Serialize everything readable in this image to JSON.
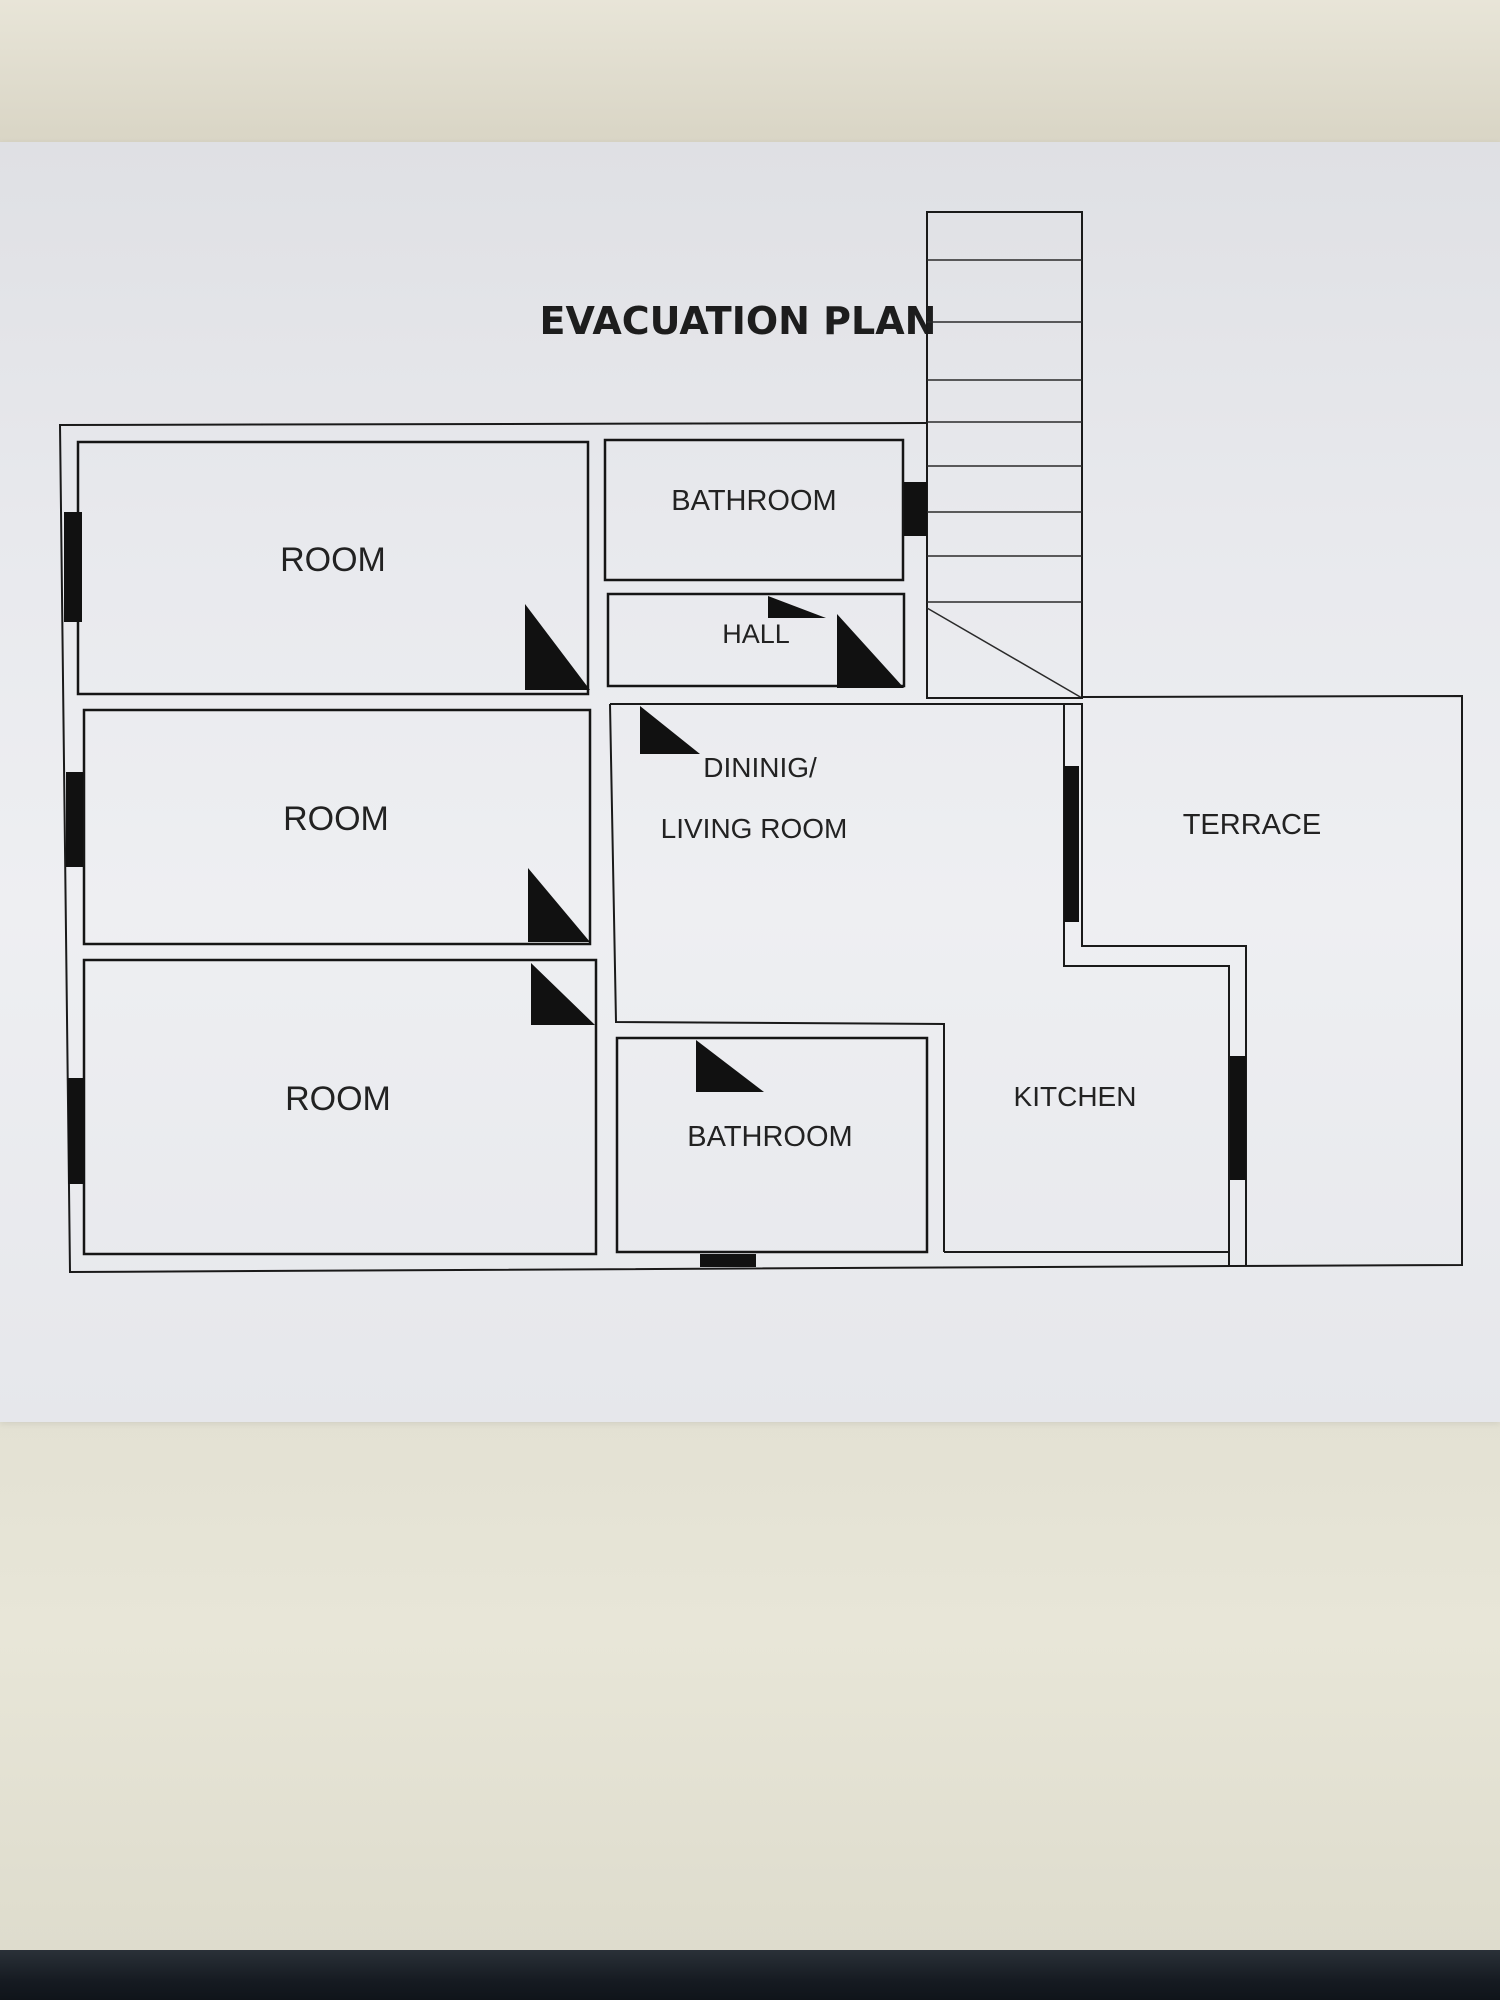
{
  "title": "EVACUATION PLAN",
  "rooms": {
    "room_1": "ROOM",
    "room_2": "ROOM",
    "room_3": "ROOM",
    "bathroom_top": "BATHROOM",
    "hall": "HALL",
    "dining_line1": "DININIG/",
    "dining_line2": "LIVING ROOM",
    "terrace": "TERRACE",
    "kitchen": "KITCHEN",
    "bathroom_bottom": "BATHROOM"
  },
  "colors": {
    "ink": "#111111",
    "paper": "#eceef1",
    "desk": "#dedccd"
  }
}
